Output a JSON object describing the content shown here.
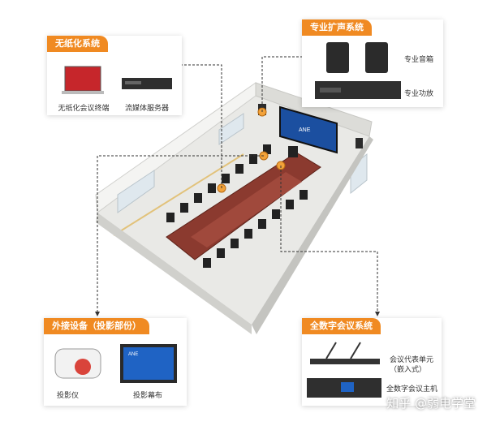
{
  "paperless": {
    "title": "无纸化系统",
    "terminal_label": "无纸化会议终端",
    "server_label": "流媒体服务器"
  },
  "audio": {
    "title": "专业扩声系统",
    "speaker_label": "专业音箱",
    "amp_label": "专业功放"
  },
  "projection": {
    "title": "外接设备（投影部份）",
    "projector_label": "投影仪",
    "screen_label": "投影幕布",
    "screen_brand": "ANE"
  },
  "conference": {
    "title": "全数字会议系统",
    "delegate_label_line1": "会议代表单元",
    "delegate_label_line2": "（嵌入式）",
    "host_label": "全数字会议主机"
  },
  "room_screen_brand": "ANE",
  "watermark": "知乎 @弱电学堂",
  "colors": {
    "accent": "#f08a22",
    "table": "#8b3a2f",
    "connector": "#333333"
  }
}
